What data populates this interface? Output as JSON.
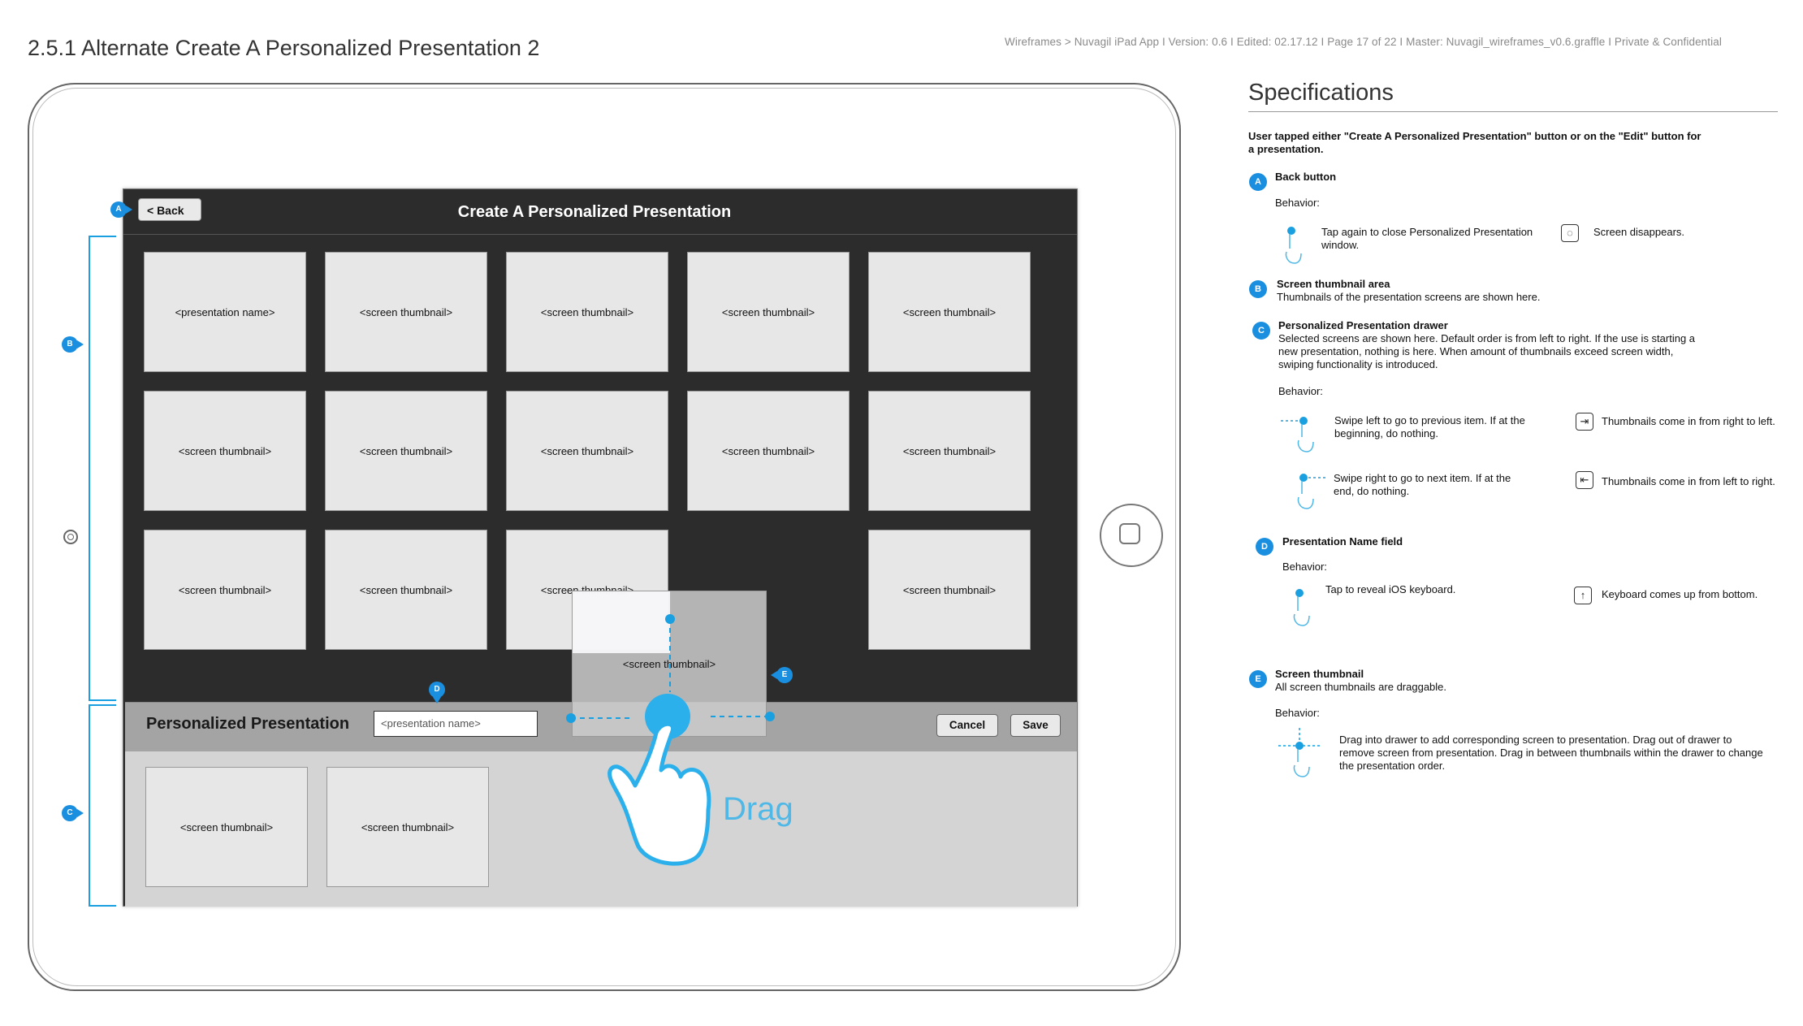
{
  "header": {
    "title": "2.5.1 Alternate Create A Personalized Presentation 2",
    "meta": "Wireframes > Nuvagil iPad App I  Version: 0.6  I  Edited:  02.17.12  I  Page 17 of 22  I  Master: Nuvagil_wireframes_v0.6.graffle  I  Private & Confidential"
  },
  "colors": {
    "accent": "#1a8fe0",
    "drag_blue": "#4fb8e6",
    "screen_dark": "#2c2c2c",
    "drawer_bar": "#a4a4a4",
    "drawer_tray": "#d4d4d4"
  },
  "screen": {
    "back_label": "< Back",
    "title": "Create A Personalized Presentation",
    "grid": [
      [
        "<presentation name>",
        "<screen thumbnail>",
        "<screen thumbnail>",
        "<screen thumbnail>",
        "<screen thumbnail>"
      ],
      [
        "<screen thumbnail>",
        "<screen thumbnail>",
        "<screen thumbnail>",
        "<screen thumbnail>",
        "<screen thumbnail>"
      ],
      [
        "<screen thumbnail>",
        "<screen thumbnail>",
        "<screen thumbnail>",
        "",
        "<screen thumbnail>"
      ]
    ],
    "dragged_thumbnail": "<screen thumbnail>",
    "drawer": {
      "title": "Personalized Presentation",
      "name_field_placeholder": "<presentation name>",
      "cancel_label": "Cancel",
      "save_label": "Save",
      "thumbnails": [
        "<screen thumbnail>",
        "<screen thumbnail>"
      ]
    },
    "drag_label": "Drag"
  },
  "callouts": {
    "a": "A",
    "b": "B",
    "c": "C",
    "d": "D",
    "e": "E"
  },
  "specs": {
    "title": "Specifications",
    "intro": "User tapped either \"Create A Personalized Presentation\" button or on the \"Edit\" button for a presentation.",
    "behavior_label": "Behavior:",
    "a": {
      "badge": "A",
      "heading": "Back button",
      "tap_text": "Tap again to close Personalized Presentation window.",
      "result_text": "Screen disappears."
    },
    "b": {
      "badge": "B",
      "heading": "Screen thumbnail area",
      "desc": "Thumbnails of the presentation screens are shown here."
    },
    "c": {
      "badge": "C",
      "heading": "Personalized Presentation drawer",
      "desc": "Selected screens are shown here. Default order is from left to right. If the use is starting a new presentation, nothing is here. When amount of thumbnails exceed screen width, swiping functionality is introduced.",
      "swipe_left": "Swipe left to go to previous item. If at the beginning, do nothing.",
      "swipe_left_result": "Thumbnails come in from right to left.",
      "swipe_right": "Swipe right to go to next item. If at the end, do nothing.",
      "swipe_right_result": "Thumbnails come  in from left to right."
    },
    "d": {
      "badge": "D",
      "heading": "Presentation Name field",
      "tap_text": "Tap to reveal iOS keyboard.",
      "result_text": "Keyboard comes up from bottom."
    },
    "e": {
      "badge": "E",
      "heading": "Screen thumbnail",
      "desc": "All screen thumbnails are draggable.",
      "drag_text": "Drag into drawer to add corresponding screen to presentation. Drag out of drawer to remove screen from presentation. Drag in between thumbnails within the drawer to change the presentation order."
    }
  }
}
